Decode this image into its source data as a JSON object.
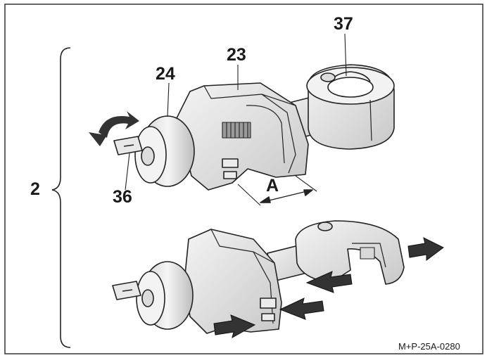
{
  "callouts": {
    "c37": "37",
    "c23": "23",
    "c24": "24",
    "c36": "36",
    "c2": "2",
    "cA": "A"
  },
  "figure_code": "M+P-25A-0280",
  "colors": {
    "frame": "#333333",
    "line": "#222222",
    "part_fill": "#ececec",
    "part_shade": "#cfcfcf",
    "arrow": "#333333"
  }
}
